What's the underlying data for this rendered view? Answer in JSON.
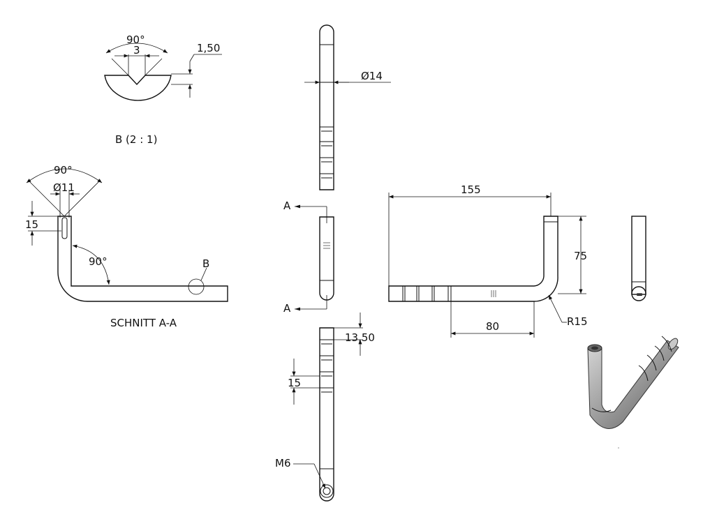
{
  "detail_b": {
    "angle": "90°",
    "width": "3",
    "depth": "1,50",
    "caption": "B (2 : 1)"
  },
  "section_aa": {
    "angle_top": "90°",
    "diameter": "Ø11",
    "depth": "15",
    "bend_angle": "90°",
    "detail_ref": "B",
    "caption": "SCHNITT A-A"
  },
  "center_views": {
    "diameter": "Ø14",
    "section_mark_top": "A",
    "section_mark_bottom": "A",
    "groove_pitch": "13,50",
    "groove_width": "15",
    "thread": "M6"
  },
  "side_view": {
    "length": "155",
    "height": "75",
    "straight": "80",
    "radius": "R15"
  },
  "end_view": {
    "symbol": "="
  },
  "colors": {
    "line": "#111111",
    "model_shade": "#9a9a9a"
  }
}
